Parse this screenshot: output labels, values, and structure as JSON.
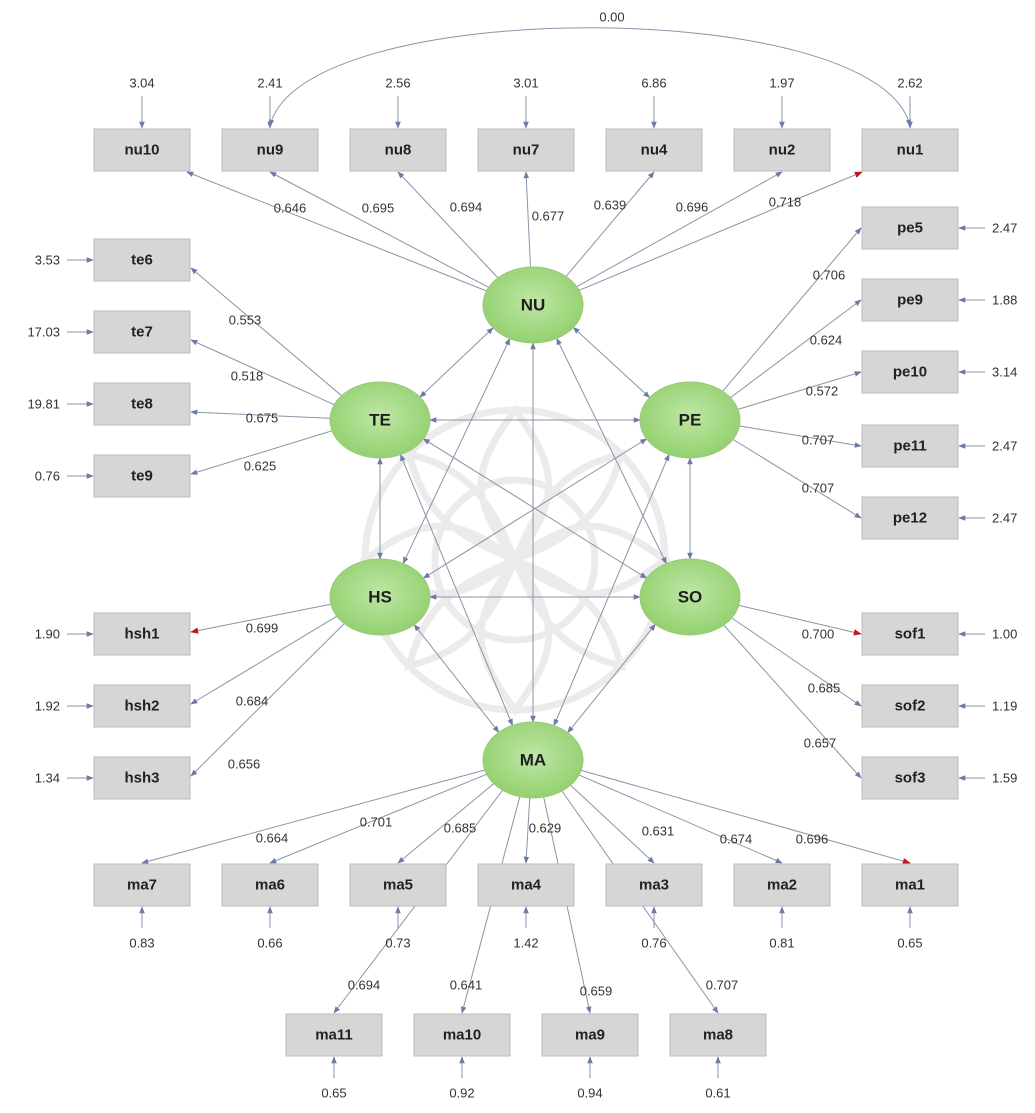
{
  "observed": {
    "nu10": "nu10",
    "nu9": "nu9",
    "nu8": "nu8",
    "nu7": "nu7",
    "nu4": "nu4",
    "nu2": "nu2",
    "nu1": "nu1",
    "te6": "te6",
    "te7": "te7",
    "te8": "te8",
    "te9": "te9",
    "hsh1": "hsh1",
    "hsh2": "hsh2",
    "hsh3": "hsh3",
    "pe5": "pe5",
    "pe9": "pe9",
    "pe10": "pe10",
    "pe11": "pe11",
    "pe12": "pe12",
    "sof1": "sof1",
    "sof2": "sof2",
    "sof3": "sof3",
    "ma7": "ma7",
    "ma6": "ma6",
    "ma5": "ma5",
    "ma4": "ma4",
    "ma3": "ma3",
    "ma2": "ma2",
    "ma1": "ma1",
    "ma11": "ma11",
    "ma10": "ma10",
    "ma9": "ma9",
    "ma8": "ma8"
  },
  "latent": {
    "NU": "NU",
    "TE": "TE",
    "PE": "PE",
    "HS": "HS",
    "SO": "SO",
    "MA": "MA"
  },
  "covariance_nu9_nu1": "0.00",
  "error_variances": {
    "nu10": "3.04",
    "nu9": "2.41",
    "nu8": "2.56",
    "nu7": "3.01",
    "nu4": "6.86",
    "nu2": "1.97",
    "nu1": "2.62",
    "te6": "3.53",
    "te7": "17.03",
    "te8": "19.81",
    "te9": "0.76",
    "hsh1": "1.90",
    "hsh2": "1.92",
    "hsh3": "1.34",
    "pe5": "2.47",
    "pe9": "1.88",
    "pe10": "3.14",
    "pe11": "2.47",
    "pe12": "2.47",
    "sof1": "1.00",
    "sof2": "1.19",
    "sof3": "1.59",
    "ma7": "0.83",
    "ma6": "0.66",
    "ma5": "0.73",
    "ma4": "1.42",
    "ma3": "0.76",
    "ma2": "0.81",
    "ma1": "0.65",
    "ma11": "0.65",
    "ma10": "0.92",
    "ma9": "0.94",
    "ma8": "0.61"
  },
  "loadings": {
    "nu10": "0.646",
    "nu9": "0.695",
    "nu8": "0.694",
    "nu7": "0.677",
    "nu4": "0.639",
    "nu2": "0.696",
    "nu1": "0.718",
    "te6": "0.553",
    "te7": "0.518",
    "te8": "0.675",
    "te9": "0.625",
    "hsh1": "0.699",
    "hsh2": "0.684",
    "hsh3": "0.656",
    "pe5": "0.706",
    "pe9": "0.624",
    "pe10": "0.572",
    "pe11": "0.707",
    "pe12": "0.707",
    "sof1": "0.700",
    "sof2": "0.685",
    "sof3": "0.657",
    "ma7": "0.664",
    "ma6": "0.701",
    "ma5": "0.685",
    "ma4": "0.629",
    "ma3": "0.631",
    "ma2": "0.674",
    "ma1": "0.696",
    "ma11": "0.694",
    "ma10": "0.641",
    "ma9": "0.659",
    "ma8": "0.707"
  },
  "colors": {
    "box_fill": "#d6d6d6",
    "latent_fill": "#8fcf6a",
    "edge": "#8a93a8",
    "highlight_arrow": "#c0181e",
    "watermark": "#c8c8c8"
  }
}
